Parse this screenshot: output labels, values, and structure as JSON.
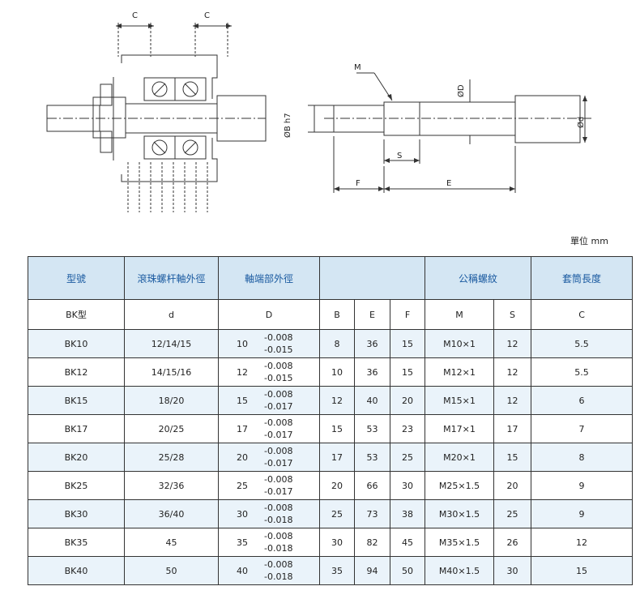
{
  "drawing": {
    "left_labels": {
      "c1": "C",
      "c2": "C",
      "b": "ØB h7"
    },
    "right_labels": {
      "m": "M",
      "d_big": "ØD",
      "d_small": "Ød",
      "s": "S",
      "f": "F",
      "e": "E"
    }
  },
  "unit_label": "單位 mm",
  "table": {
    "group_headers": {
      "model": "型號",
      "screw_od": "滾珠螺杆軸外徑",
      "end_od": "軸端部外徑",
      "blank": "",
      "thread": "公稱螺紋",
      "sleeve": "套筒長度"
    },
    "sub_headers": {
      "model": "BK型",
      "d": "d",
      "D": "D",
      "B": "B",
      "E": "E",
      "F": "F",
      "M": "M",
      "S": "S",
      "C": "C"
    },
    "rows": [
      {
        "model": "BK10",
        "d": "12/14/15",
        "D_nom": "10",
        "D_up": "-0.008",
        "D_lo": "-0.015",
        "B": "8",
        "E": "36",
        "F": "15",
        "M": "M10×1",
        "S": "12",
        "C": "5.5"
      },
      {
        "model": "BK12",
        "d": "14/15/16",
        "D_nom": "12",
        "D_up": "-0.008",
        "D_lo": "-0.015",
        "B": "10",
        "E": "36",
        "F": "15",
        "M": "M12×1",
        "S": "12",
        "C": "5.5"
      },
      {
        "model": "BK15",
        "d": "18/20",
        "D_nom": "15",
        "D_up": "-0.008",
        "D_lo": "-0.017",
        "B": "12",
        "E": "40",
        "F": "20",
        "M": "M15×1",
        "S": "12",
        "C": "6"
      },
      {
        "model": "BK17",
        "d": "20/25",
        "D_nom": "17",
        "D_up": "-0.008",
        "D_lo": "-0.017",
        "B": "15",
        "E": "53",
        "F": "23",
        "M": "M17×1",
        "S": "17",
        "C": "7"
      },
      {
        "model": "BK20",
        "d": "25/28",
        "D_nom": "20",
        "D_up": "-0.008",
        "D_lo": "-0.017",
        "B": "17",
        "E": "53",
        "F": "25",
        "M": "M20×1",
        "S": "15",
        "C": "8"
      },
      {
        "model": "BK25",
        "d": "32/36",
        "D_nom": "25",
        "D_up": "-0.008",
        "D_lo": "-0.017",
        "B": "20",
        "E": "66",
        "F": "30",
        "M": "M25×1.5",
        "S": "20",
        "C": "9"
      },
      {
        "model": "BK30",
        "d": "36/40",
        "D_nom": "30",
        "D_up": "-0.008",
        "D_lo": "-0.018",
        "B": "25",
        "E": "73",
        "F": "38",
        "M": "M30×1.5",
        "S": "25",
        "C": "9"
      },
      {
        "model": "BK35",
        "d": "45",
        "D_nom": "35",
        "D_up": "-0.008",
        "D_lo": "-0.018",
        "B": "30",
        "E": "82",
        "F": "45",
        "M": "M35×1.5",
        "S": "26",
        "C": "12"
      },
      {
        "model": "BK40",
        "d": "50",
        "D_nom": "40",
        "D_up": "-0.008",
        "D_lo": "-0.018",
        "B": "35",
        "E": "94",
        "F": "50",
        "M": "M40×1.5",
        "S": "30",
        "C": "15"
      }
    ]
  }
}
